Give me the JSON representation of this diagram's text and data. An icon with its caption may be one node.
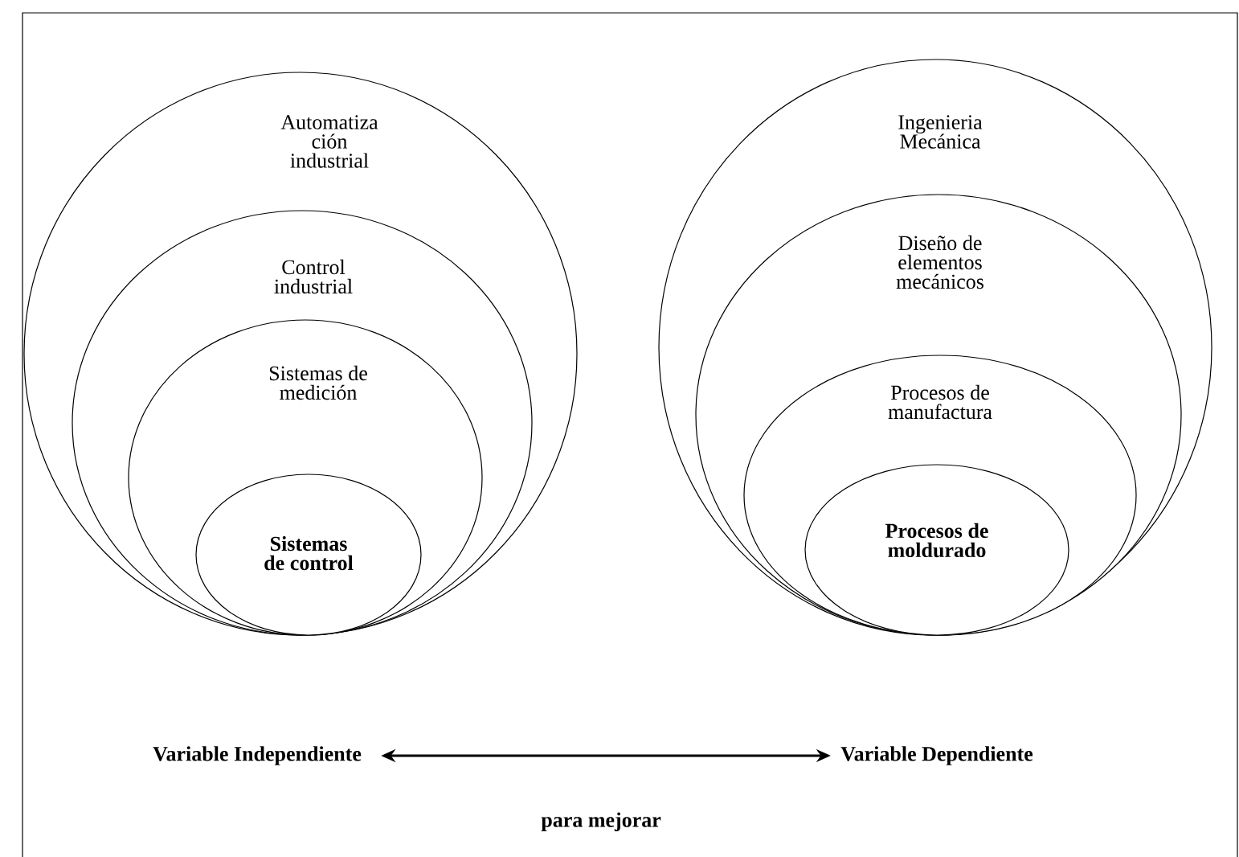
{
  "diagram": {
    "nodes": [
      {
        "text": [
          "Automatiza ción industrial"
        ]
      },
      {
        "text": [
          "Control industrial"
        ],
        "in": 0
      },
      {
        "text": [
          "Sistemas de medición"
        ],
        "in": 1
      },
      {
        "text": [
          "Sistemas de control"
        ],
        "in": 2
      },
      {
        "text": [
          "Ingenieria Mecánica"
        ]
      },
      {
        "text": [
          "Diseño de elementos mecánicos"
        ],
        "in": 4
      },
      {
        "text": [
          "Procesos de manufactura"
        ],
        "in": 5
      },
      {
        "text": [
          "Procesos de moldurado"
        ],
        "in": 6
      },
      {
        "text": [
          "Variable Independiente"
        ]
      },
      {
        "text": [
          "Variable Dependiente"
        ]
      }
    ],
    "edges": [
      {
        "from": 8,
        "to": 9,
        "arrow": "both",
        "label": "para mejorar"
      }
    ]
  }
}
